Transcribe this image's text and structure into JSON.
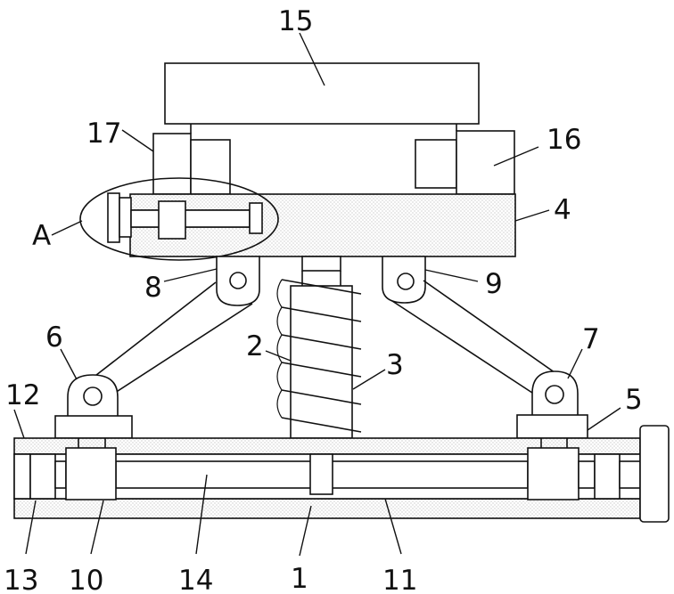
{
  "labels": {
    "l15": "15",
    "l17": "17",
    "l16": "16",
    "lA": "A",
    "l4": "4",
    "l8": "8",
    "l9": "9",
    "l6": "6",
    "l2": "2",
    "l7": "7",
    "l3": "3",
    "l12": "12",
    "l5": "5",
    "l13": "13",
    "l10": "10",
    "l14": "14",
    "l1": "1",
    "l11": "11"
  }
}
